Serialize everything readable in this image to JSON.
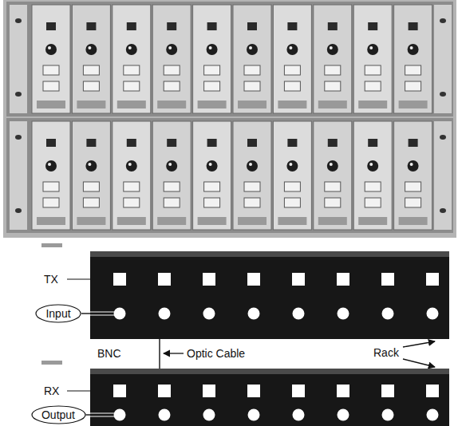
{
  "diagram": {
    "nodes": [
      {
        "text": [
          "TX"
        ]
      },
      {
        "text": [
          "Input"
        ]
      },
      {
        "text": [
          "RX"
        ]
      },
      {
        "text": [
          "Output"
        ]
      }
    ],
    "edges": [
      {
        "from": 1,
        "to": 0,
        "arrow": "none"
      },
      {
        "from": 0,
        "to": 2,
        "arrow": "none"
      },
      {
        "from": 3,
        "to": 2,
        "arrow": "none"
      }
    ],
    "labels": [
      "BNC",
      "Optic Cable",
      "Rack"
    ]
  }
}
